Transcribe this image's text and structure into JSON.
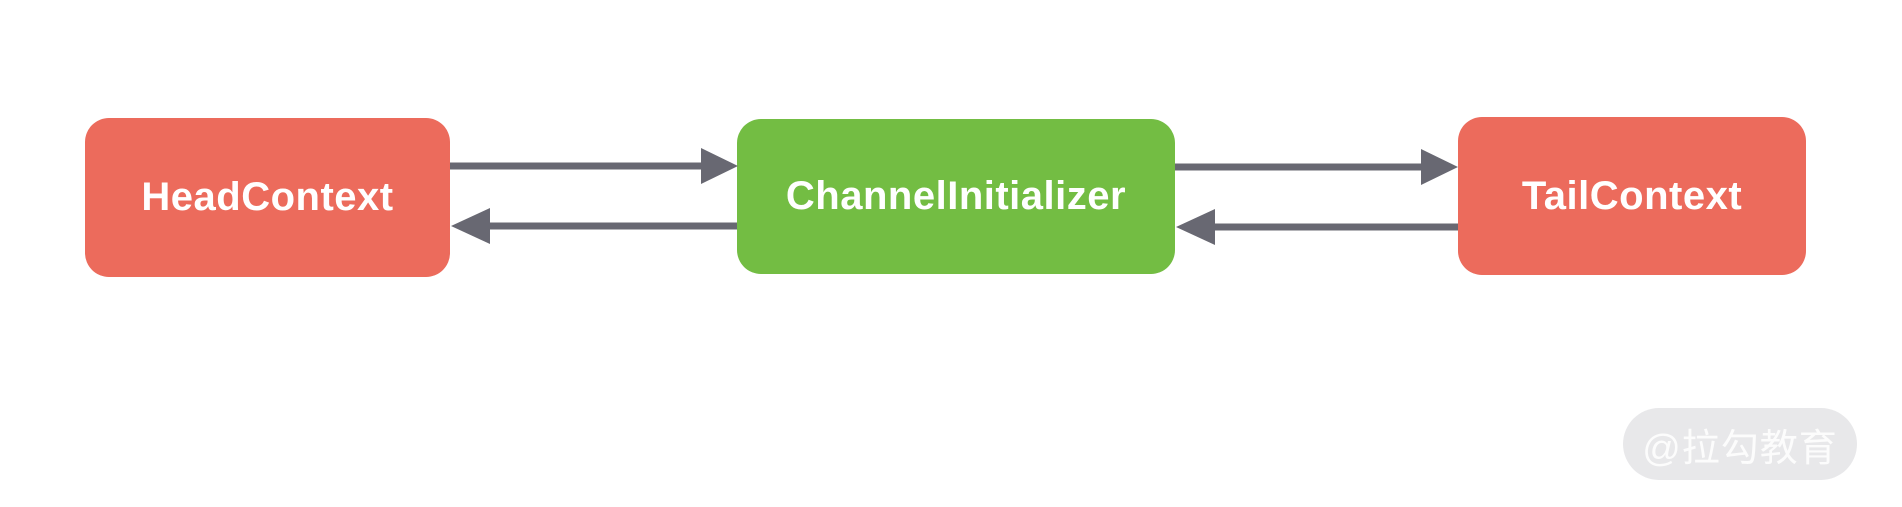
{
  "diagram": {
    "nodes": [
      {
        "id": "head",
        "label": "HeadContext",
        "color": "#EC6B5C",
        "text_color": "#FFFFFF"
      },
      {
        "id": "initializer",
        "label": "ChannelInitializer",
        "color": "#73BD43",
        "text_color": "#FFFFFF"
      },
      {
        "id": "tail",
        "label": "TailContext",
        "color": "#EC6B5C",
        "text_color": "#FFFFFF"
      }
    ],
    "edges": [
      {
        "from": "HeadContext",
        "to": "ChannelInitializer",
        "direction": "right"
      },
      {
        "from": "ChannelInitializer",
        "to": "HeadContext",
        "direction": "left"
      },
      {
        "from": "ChannelInitializer",
        "to": "TailContext",
        "direction": "right"
      },
      {
        "from": "TailContext",
        "to": "ChannelInitializer",
        "direction": "left"
      }
    ],
    "arrow_color": "#686872"
  },
  "watermark": {
    "label": "@拉勾教育",
    "bg": "#E8E8EA",
    "text_color": "#FCFCFC"
  }
}
